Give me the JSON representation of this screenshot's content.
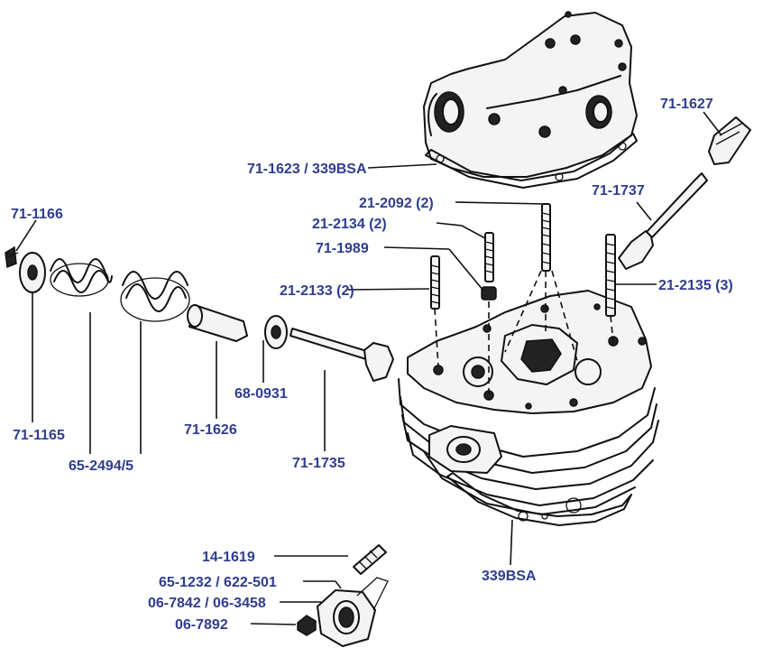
{
  "diagram": {
    "label_color": "#2f3d8f",
    "line_color": "#111111",
    "labels": {
      "l_71_1627": "71-1627",
      "l_71_1623": "71-1623 / 339BSA",
      "l_21_2092": "21-2092 (2)",
      "l_71_1737": "71-1737",
      "l_71_1166": "71-1166",
      "l_21_2134": "21-2134 (2)",
      "l_71_1989": "71-1989",
      "l_21_2133": "21-2133 (2)",
      "l_21_2135": "21-2135 (3)",
      "l_68_0931": "68-0931",
      "l_71_1165": "71-1165",
      "l_71_1626": "71-1626",
      "l_65_2494": "65-2494/5",
      "l_71_1735": "71-1735",
      "l_14_1619": "14-1619",
      "l_65_1232": "65-1232 / 622-501",
      "l_339bsa": "339BSA",
      "l_06_7842": "06-7842 / 06-3458",
      "l_06_7892": "06-7892"
    }
  }
}
